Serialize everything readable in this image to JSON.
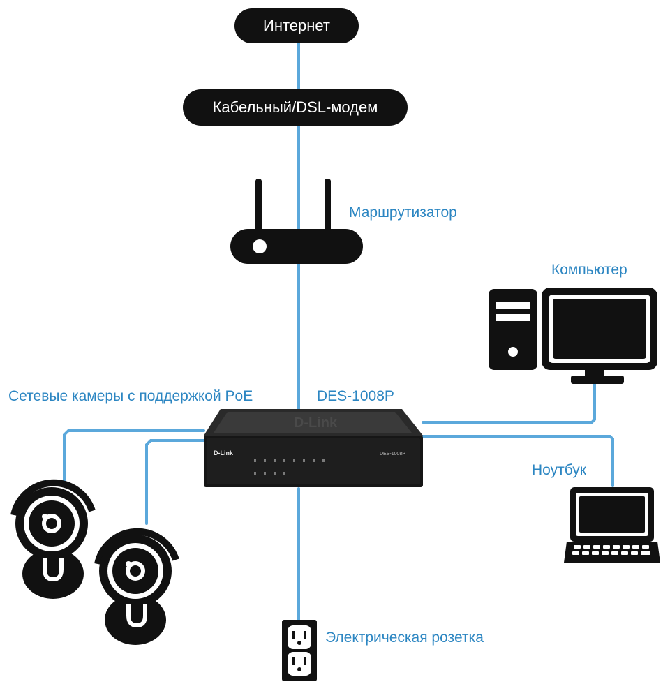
{
  "colors": {
    "cable": "#5ba8db",
    "device": "#111111",
    "label": "#2c86c2",
    "pill_text": "#ffffff"
  },
  "nodes": {
    "internet": {
      "label": "Интернет"
    },
    "modem": {
      "label": "Кабельный/DSL-модем"
    },
    "router": {
      "label": "Маршрутизатор",
      "icon": "router-icon"
    },
    "computer": {
      "label": "Компьютер",
      "icon": "desktop-computer-icon"
    },
    "laptop": {
      "label": "Ноутбук",
      "icon": "laptop-icon"
    },
    "cameras": {
      "label": "Сетевые камеры с поддержкой PoE",
      "icon": "ip-camera-icon"
    },
    "switch": {
      "label": "DES-1008P",
      "brand": "D-Link",
      "model_print": "DES-1008P",
      "icon": "network-switch-icon"
    },
    "outlet": {
      "label": "Электрическая розетка",
      "icon": "power-outlet-icon"
    }
  }
}
